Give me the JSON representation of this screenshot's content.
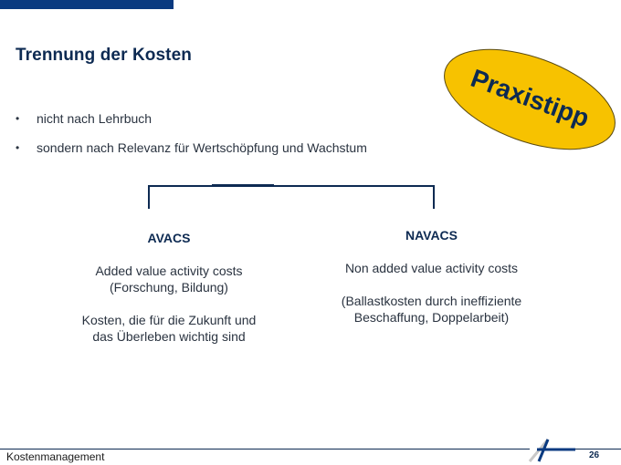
{
  "slide": {
    "title": "Trennung der Kosten",
    "badge": {
      "label": "Praxistipp",
      "fill_color": "#f7c200",
      "text_color": "#0d2a52"
    },
    "bullets": [
      {
        "marker": "•",
        "text": "nicht nach Lehrbuch"
      },
      {
        "marker": "•",
        "text": "sondern nach Relevanz für Wertschöpfung und Wachstum"
      }
    ],
    "columns": {
      "left": {
        "heading": "AVACS",
        "paragraphs": [
          {
            "line1": "Added value activity costs",
            "line2": "(Forschung, Bildung)"
          },
          {
            "line1": "Kosten, die für die Zukunft und",
            "line2": "das Überleben wichtig sind"
          }
        ]
      },
      "right": {
        "heading": "NAVACS",
        "paragraphs": [
          {
            "line1": "Non added value activity costs",
            "line2": ""
          },
          {
            "line1": "(Ballastkosten durch ineffiziente",
            "line2": "Beschaffung, Doppelarbeit)"
          }
        ]
      }
    },
    "footer": {
      "label": "Kostenmanagement",
      "page_number": "26"
    },
    "colors": {
      "brand_navy": "#0d2a52",
      "top_bar": "#0a3a80"
    }
  }
}
